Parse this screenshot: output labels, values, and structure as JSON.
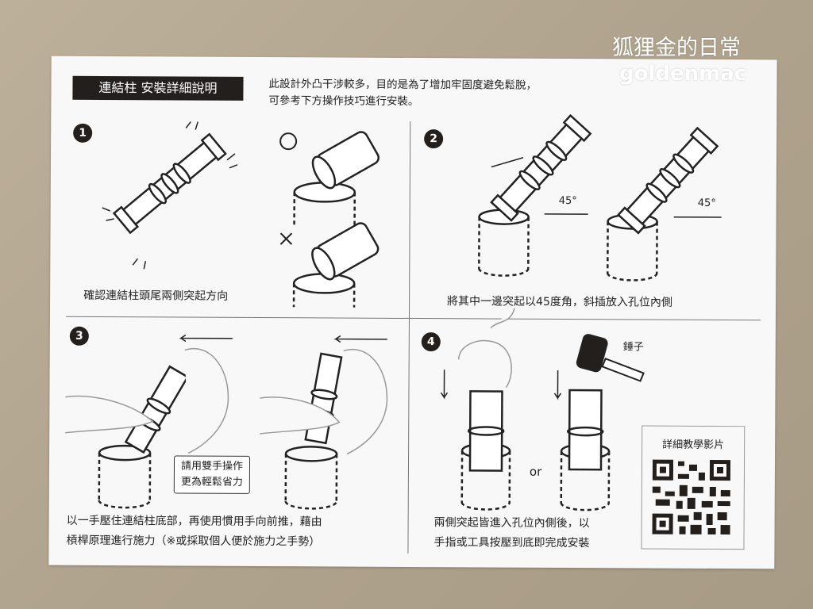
{
  "watermark": {
    "line1": "狐狸金的日常",
    "line2": "goldenmac"
  },
  "title": "連結柱 安裝詳細說明",
  "intro": {
    "line1": "此設計外凸干涉較多，目的是為了增加牢固度避免鬆脫，",
    "line2": "可參考下方操作技巧進行安裝。"
  },
  "steps": [
    {
      "number": "1",
      "caption": "確認連結柱頭尾兩側突起方向",
      "marks": {
        "ok": "○",
        "ng": "✕"
      }
    },
    {
      "number": "2",
      "caption": "將其中一邊突起以45度角，斜插放入孔位內側",
      "angle_label": "45°"
    },
    {
      "number": "3",
      "caption_line1": "以一手壓住連結柱底部，再使用慣用手向前推，藉由",
      "caption_line2": "槓桿原理進行施力（※或採取個人便於施力之手勢）",
      "note_line1": "請用雙手操作",
      "note_line2": "更為輕鬆省力"
    },
    {
      "number": "4",
      "caption_line1": "兩側突起皆進入孔位內側後，以",
      "caption_line2": "手指或工具按壓到底即完成安裝",
      "hammer_label": "錘子",
      "or_label": "or"
    }
  ],
  "qr": {
    "label": "詳細教學影片"
  }
}
